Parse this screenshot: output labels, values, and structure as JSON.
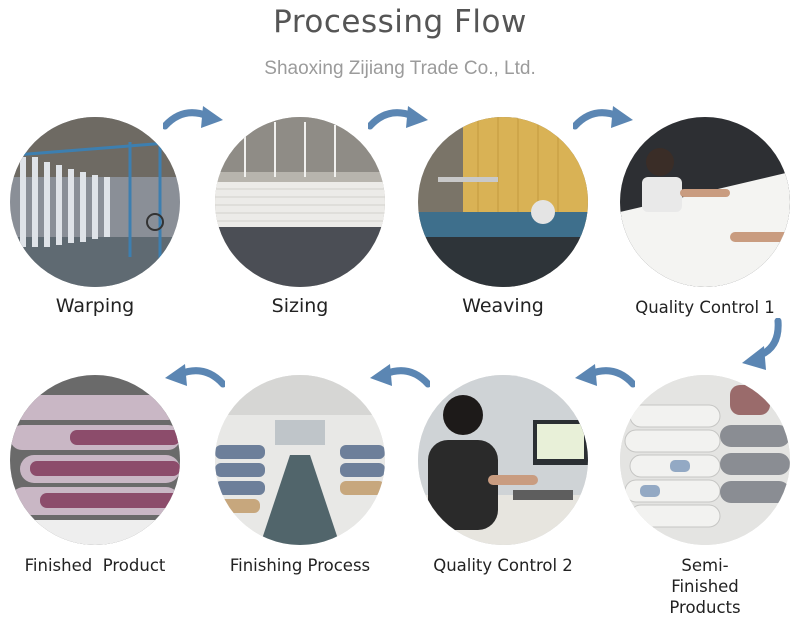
{
  "header": {
    "title": "Processing Flow",
    "subtitle": "Shaoxing Zijiang Trade Co., Ltd."
  },
  "steps": [
    {
      "label": "Warping"
    },
    {
      "label": "Sizing"
    },
    {
      "label": "Weaving"
    },
    {
      "label": "Quality Control 1"
    },
    {
      "label": "Semi-Finished Products"
    },
    {
      "label": "Quality Control 2"
    },
    {
      "label": "Finishing Process"
    },
    {
      "label": "Finished  Product"
    }
  ],
  "icons": {
    "flow_arrow": "curved-arrow-icon"
  },
  "colors": {
    "arrow": "#5b86b3",
    "title": "#555555",
    "subtitle": "#9b9b9b"
  }
}
